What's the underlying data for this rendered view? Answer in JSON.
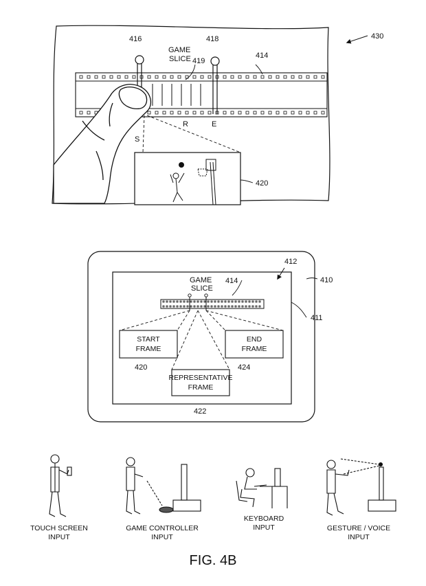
{
  "figure": {
    "caption": "FIG. 4B"
  },
  "top_panel": {
    "ref_panel": "430",
    "ref_filmstrip": "414",
    "ref_start_slider": "416",
    "ref_end_slider": "418",
    "ref_slice": "419",
    "ref_preview": "420",
    "slice_label_line1": "GAME",
    "slice_label_line2": "SLICE",
    "letter_s": "S",
    "letter_r": "R",
    "letter_e": "E"
  },
  "tablet": {
    "ref_device": "410",
    "ref_screen": "411",
    "ref_screen_area": "412",
    "ref_filmstrip": "414",
    "slice_label_line1": "GAME",
    "slice_label_line2": "SLICE",
    "start_frame": {
      "line1": "START",
      "line2": "FRAME",
      "ref": "420"
    },
    "representative_frame": {
      "line1": "REPRESENTATIVE",
      "line2": "FRAME",
      "ref": "422"
    },
    "end_frame": {
      "line1": "END",
      "line2": "FRAME",
      "ref": "424"
    }
  },
  "inputs": [
    {
      "line1": "TOUCH SCREEN",
      "line2": "INPUT"
    },
    {
      "line1": "GAME CONTROLLER",
      "line2": "INPUT"
    },
    {
      "line1": "KEYBOARD",
      "line2": "INPUT"
    },
    {
      "line1": "GESTURE / VOICE",
      "line2": "INPUT"
    }
  ]
}
